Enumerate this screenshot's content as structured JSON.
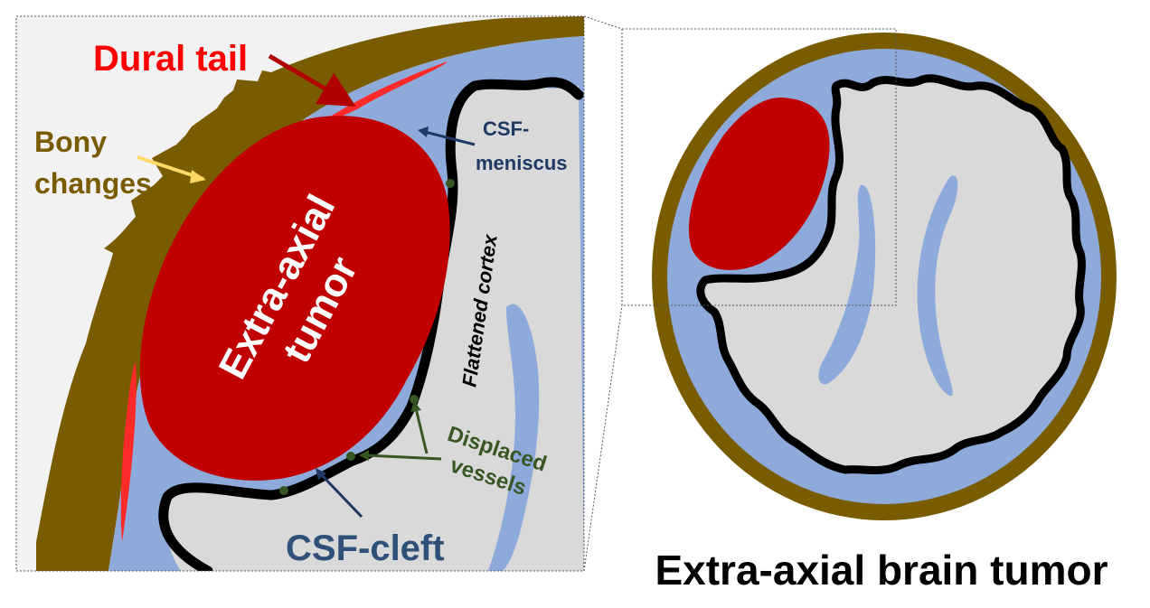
{
  "labels": {
    "dural_tail": "Dural tail",
    "bony_line1": "Bony",
    "bony_line2": "changes",
    "csf_meniscus_line1": "CSF-",
    "csf_meniscus_line2": "meniscus",
    "tumor_line1": "Extra-axial",
    "tumor_line2": "tumor",
    "flattened_cortex": "Flattened cortex",
    "displaced_line1": "Displaced",
    "displaced_line2": "vessels",
    "csf_cleft": "CSF-cleft",
    "title": "Extra-axial brain tumor"
  },
  "colors": {
    "skull": "#7a5c00",
    "csf": "#8eaadb",
    "brain": "#d9d9d9",
    "tumor": "#c00000",
    "dural_tail": "#ff2a2a",
    "bony_text": "#7a5c00",
    "bony_arrow": "#ffd966",
    "dural_arrow": "#b00000",
    "meniscus_text": "#1f3864",
    "vessel_text": "#375623",
    "cleft_text": "#2e5079",
    "cortex": "#000000",
    "title": "#000000"
  }
}
